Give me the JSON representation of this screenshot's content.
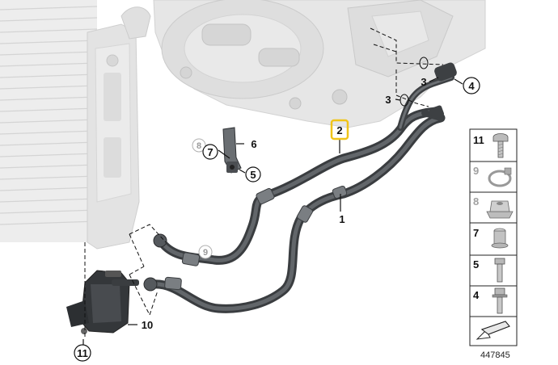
{
  "callouts": {
    "c1": "1",
    "c2": "2",
    "c3a": "3",
    "c3b": "3",
    "c4": "4",
    "c5": "5",
    "c6": "6",
    "c7": "7",
    "c8": "8",
    "c9": "9",
    "c10": "10",
    "c11": "11"
  },
  "sidebar": {
    "items": [
      {
        "number": "11",
        "shape": "torx-bolt-icon"
      },
      {
        "number": "9",
        "shape": "hose-clip-icon"
      },
      {
        "number": "8",
        "shape": "flange-nut-icon"
      },
      {
        "number": "7",
        "shape": "spacer-sleeve-icon"
      },
      {
        "number": "5",
        "shape": "hex-bolt-icon"
      },
      {
        "number": "4",
        "shape": "hex-bolt-washer-icon"
      }
    ]
  },
  "diagram_ref": "447845",
  "colors": {
    "highlight": "#f0c419",
    "hose": "#3a3d40",
    "housing": "#e6e6e6"
  }
}
